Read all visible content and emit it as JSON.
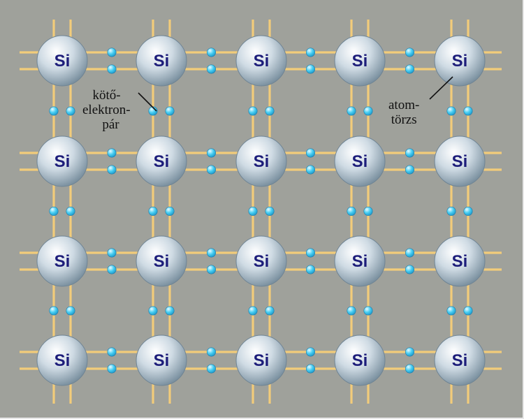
{
  "lattice": {
    "atom_symbol": "Si",
    "rows": 4,
    "columns": 5,
    "atom_color": "#b7ccd9",
    "bond_color": "#f2cc7a",
    "electron_color": "#35c6f0",
    "label_color": "#1d1d7a",
    "background": "#9fa19b"
  },
  "annotations": {
    "bonding_pair": [
      "kötő-",
      "elektron-",
      "pár"
    ],
    "atom_core": [
      "atom-",
      "törzs"
    ]
  }
}
